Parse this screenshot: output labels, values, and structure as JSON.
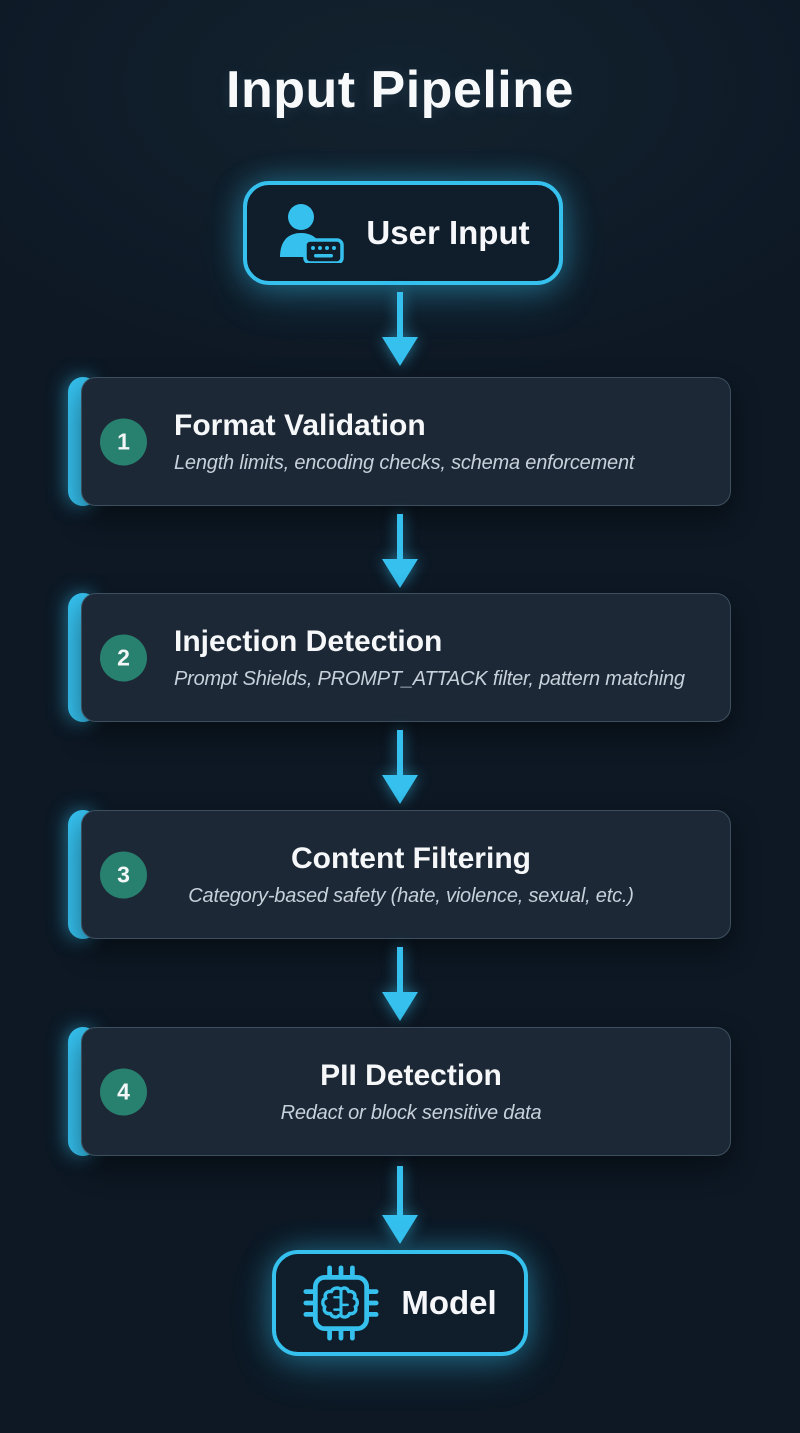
{
  "page": {
    "title": "Input Pipeline"
  },
  "colors": {
    "background": "#0d1824",
    "accent_cyan": "#35c0ee",
    "card_background": "#1c2836",
    "card_border": "#3d4f5e",
    "badge_teal": "#28806f",
    "title_text": "#f7f9fb",
    "description_text": "#c7d1db"
  },
  "nodes": {
    "input": {
      "label": "User Input",
      "icon": "user-keyboard-icon"
    },
    "model": {
      "label": "Model",
      "icon": "ai-chip-icon"
    }
  },
  "steps": [
    {
      "number": "1",
      "title": "Format Validation",
      "description": "Length limits, encoding checks, schema enforcement"
    },
    {
      "number": "2",
      "title": "Injection Detection",
      "description": "Prompt Shields, PROMPT_ATTACK filter, pattern matching"
    },
    {
      "number": "3",
      "title": "Content Filtering",
      "description": "Category-based safety (hate, violence, sexual, etc.)"
    },
    {
      "number": "4",
      "title": "PII Detection",
      "description": "Redact or block sensitive data"
    }
  ]
}
